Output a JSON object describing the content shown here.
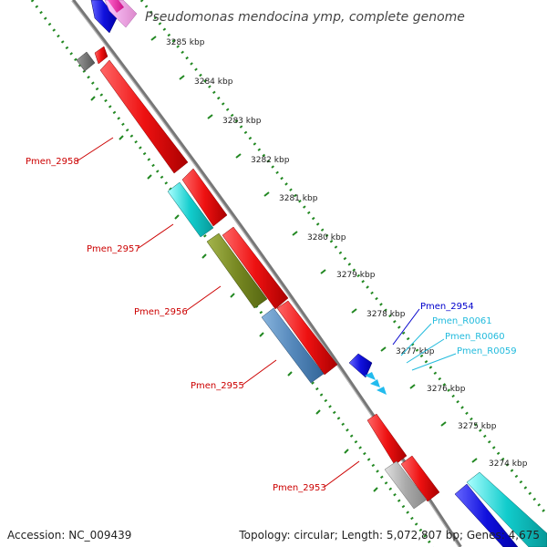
{
  "title": "Pseudomonas mendocina ymp, complete genome",
  "ticks": [
    "3285 kbp",
    "3284 kbp",
    "3283 kbp",
    "3282 kbp",
    "3281 kbp",
    "3280 kbp",
    "3279 kbp",
    "3278 kbp",
    "3277 kbp",
    "3276 kbp",
    "3275 kbp",
    "3274 kbp"
  ],
  "genes": [
    {
      "name": "Pmen_2958",
      "color": "#cc0000"
    },
    {
      "name": "Pmen_2957",
      "color": "#cc0000"
    },
    {
      "name": "Pmen_2956",
      "color": "#cc0000"
    },
    {
      "name": "Pmen_2955",
      "color": "#cc0000"
    },
    {
      "name": "Pmen_2953",
      "color": "#cc0000"
    },
    {
      "name": "Pmen_2954",
      "color": "#0000cc"
    },
    {
      "name": "Pmen_R0061",
      "color": "#22bbdd"
    },
    {
      "name": "Pmen_R0060",
      "color": "#22bbdd"
    },
    {
      "name": "Pmen_R0059",
      "color": "#22bbdd"
    }
  ],
  "colors": {
    "forward": "#ee1111",
    "reverse_blue": "#1111dd",
    "trna": "#22bbee",
    "cyan": "#11cccc",
    "olive": "#778822",
    "steel": "#5588bb",
    "grey": "#aaaaaa",
    "backbone": "#888888",
    "dots": "#228822"
  },
  "footer": {
    "accession": "Accession: NC_009439",
    "topology": "Topology: circular; Length: 5,072,807 bp; Genes: 4,675"
  }
}
